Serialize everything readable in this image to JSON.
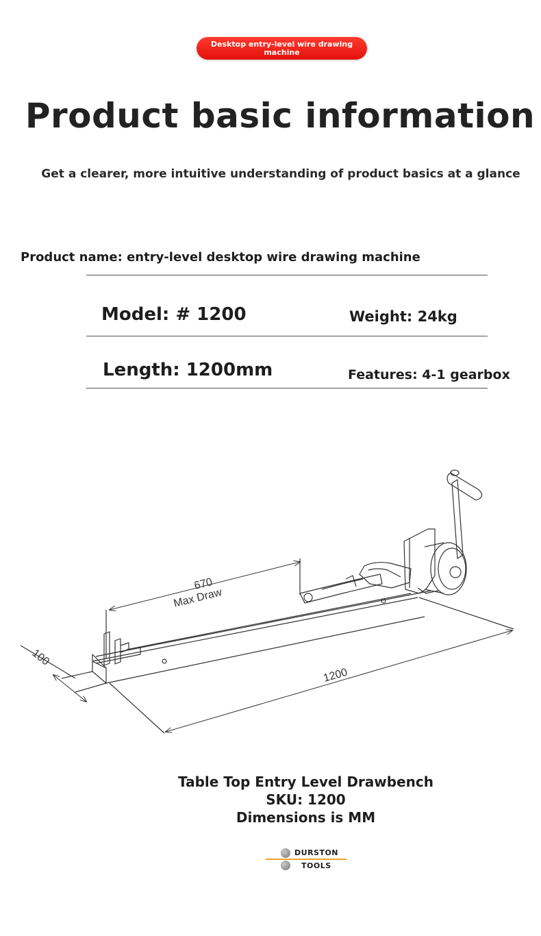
{
  "badge": {
    "text_line1": "Desktop entry-level wire drawing",
    "text_line2": "machine"
  },
  "header": {
    "title": "Product basic information",
    "subtitle": "Get a clearer, more intuitive understanding of product basics at a glance"
  },
  "specs": {
    "product_name": "Product name: entry-level desktop wire drawing machine",
    "model": "Model: # 1200",
    "weight": "Weight: 24kg",
    "length": "Length: 1200mm",
    "features": "Features: 4-1 gearbox"
  },
  "drawing": {
    "dim_max_draw_value": "670",
    "dim_max_draw_label": "Max Draw",
    "dim_length": "1200",
    "dim_width": "100"
  },
  "caption": {
    "line1": "Table Top Entry Level Drawbench",
    "line2": "SKU: 1200",
    "line3": "Dimensions is MM"
  },
  "logo": {
    "line1": "DURSTON",
    "line2": "TOOLS",
    "accent": "#f0a12a"
  }
}
